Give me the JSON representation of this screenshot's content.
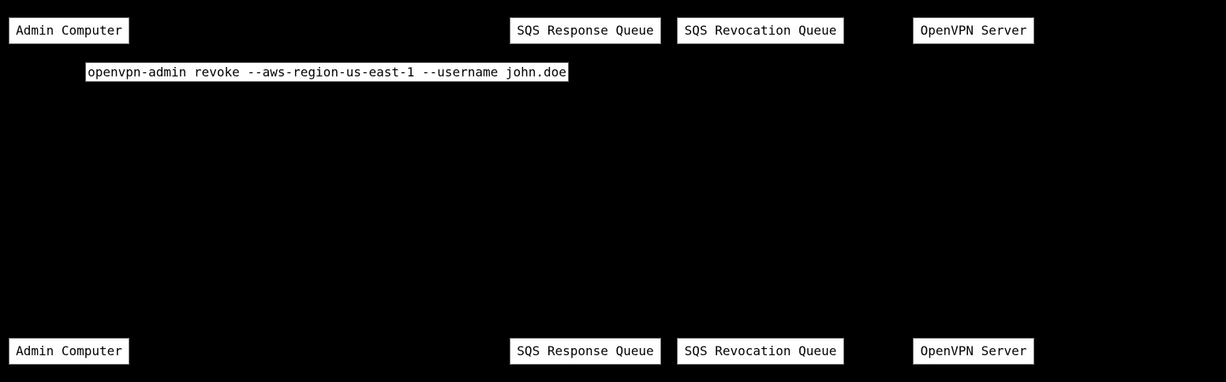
{
  "diagram": {
    "type": "sequence-diagram",
    "colors": {
      "background": "#000000",
      "box_fill": "#ffffff",
      "box_border": "#777777",
      "text": "#000000"
    },
    "actors": [
      {
        "label": "Admin Computer"
      },
      {
        "label": "SQS Response Queue"
      },
      {
        "label": "SQS Revocation Queue"
      },
      {
        "label": "OpenVPN Server"
      }
    ],
    "message": {
      "label": "openvpn-admin revoke --aws-region-us-east-1 --username john.doe"
    }
  }
}
